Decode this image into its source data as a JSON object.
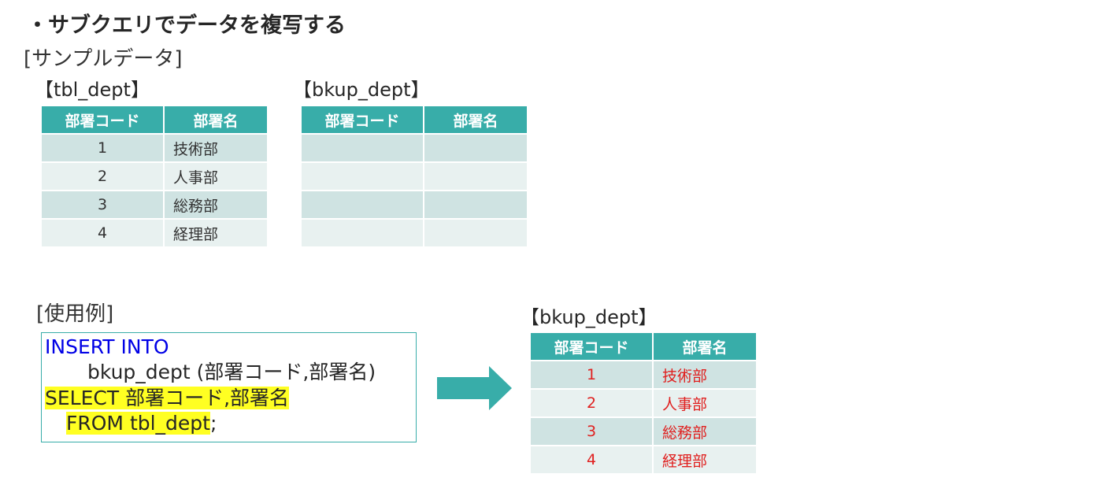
{
  "title": "・サブクエリでデータを複写する",
  "sample_label": "[サンプルデータ]",
  "usage_label": "[使用例]",
  "source_table": {
    "label": "【tbl_dept】",
    "headers": [
      "部署コード",
      "部署名"
    ],
    "rows": [
      [
        "1",
        "技術部"
      ],
      [
        "2",
        "人事部"
      ],
      [
        "3",
        "総務部"
      ],
      [
        "4",
        "経理部"
      ]
    ]
  },
  "backup_empty": {
    "label": "【bkup_dept】",
    "headers": [
      "部署コード",
      "部署名"
    ]
  },
  "backup_result": {
    "label": "【bkup_dept】",
    "headers": [
      "部署コード",
      "部署名"
    ],
    "rows": [
      [
        "1",
        "技術部"
      ],
      [
        "2",
        "人事部"
      ],
      [
        "3",
        "総務部"
      ],
      [
        "4",
        "経理部"
      ]
    ]
  },
  "code": {
    "line1": "INSERT INTO",
    "line2": "bkup_dept (部署コード,部署名)",
    "line3": "SELECT 部署コード,部署名",
    "line4_highlight": "FROM tbl_dept",
    "line4_tail": ";"
  },
  "colors": {
    "header_teal": "#38ADA9",
    "row_odd": "#CFE3E2",
    "row_even": "#E8F1F0",
    "keyword_blue": "#0000E6",
    "highlight_yellow": "#FFFF22",
    "result_red": "#E0201F"
  },
  "icons": {
    "arrow": "right-arrow-icon"
  }
}
